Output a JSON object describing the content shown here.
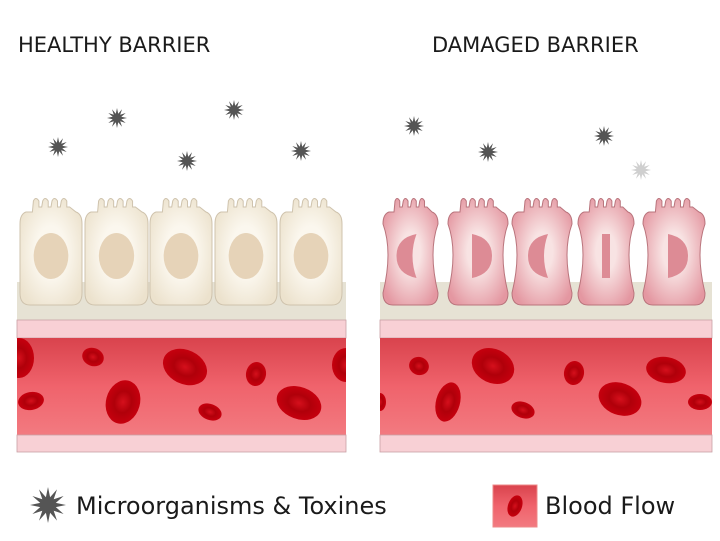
{
  "titles": {
    "healthy": "HEALTHY BARRIER",
    "damaged": "DAMAGED BARRIER"
  },
  "legend": {
    "microorganisms": {
      "label": "Microorganisms & Toxines",
      "icon": "star-burst-icon"
    },
    "blood_flow": {
      "label": "Blood Flow",
      "icon": "blood-cell-icon"
    }
  },
  "colors": {
    "cell_healthy": "#f2ead9",
    "nucleus_healthy": "#e6d3b8",
    "cell_damaged": "#e9a3ab",
    "nucleus_damaged": "#dd8b95",
    "base_layer": "#e6e2d4",
    "vessel_wall": "#f8d0d5",
    "blood": "#ef5a64",
    "blood_cell": "#c8000f",
    "microbe": "#555555"
  }
}
